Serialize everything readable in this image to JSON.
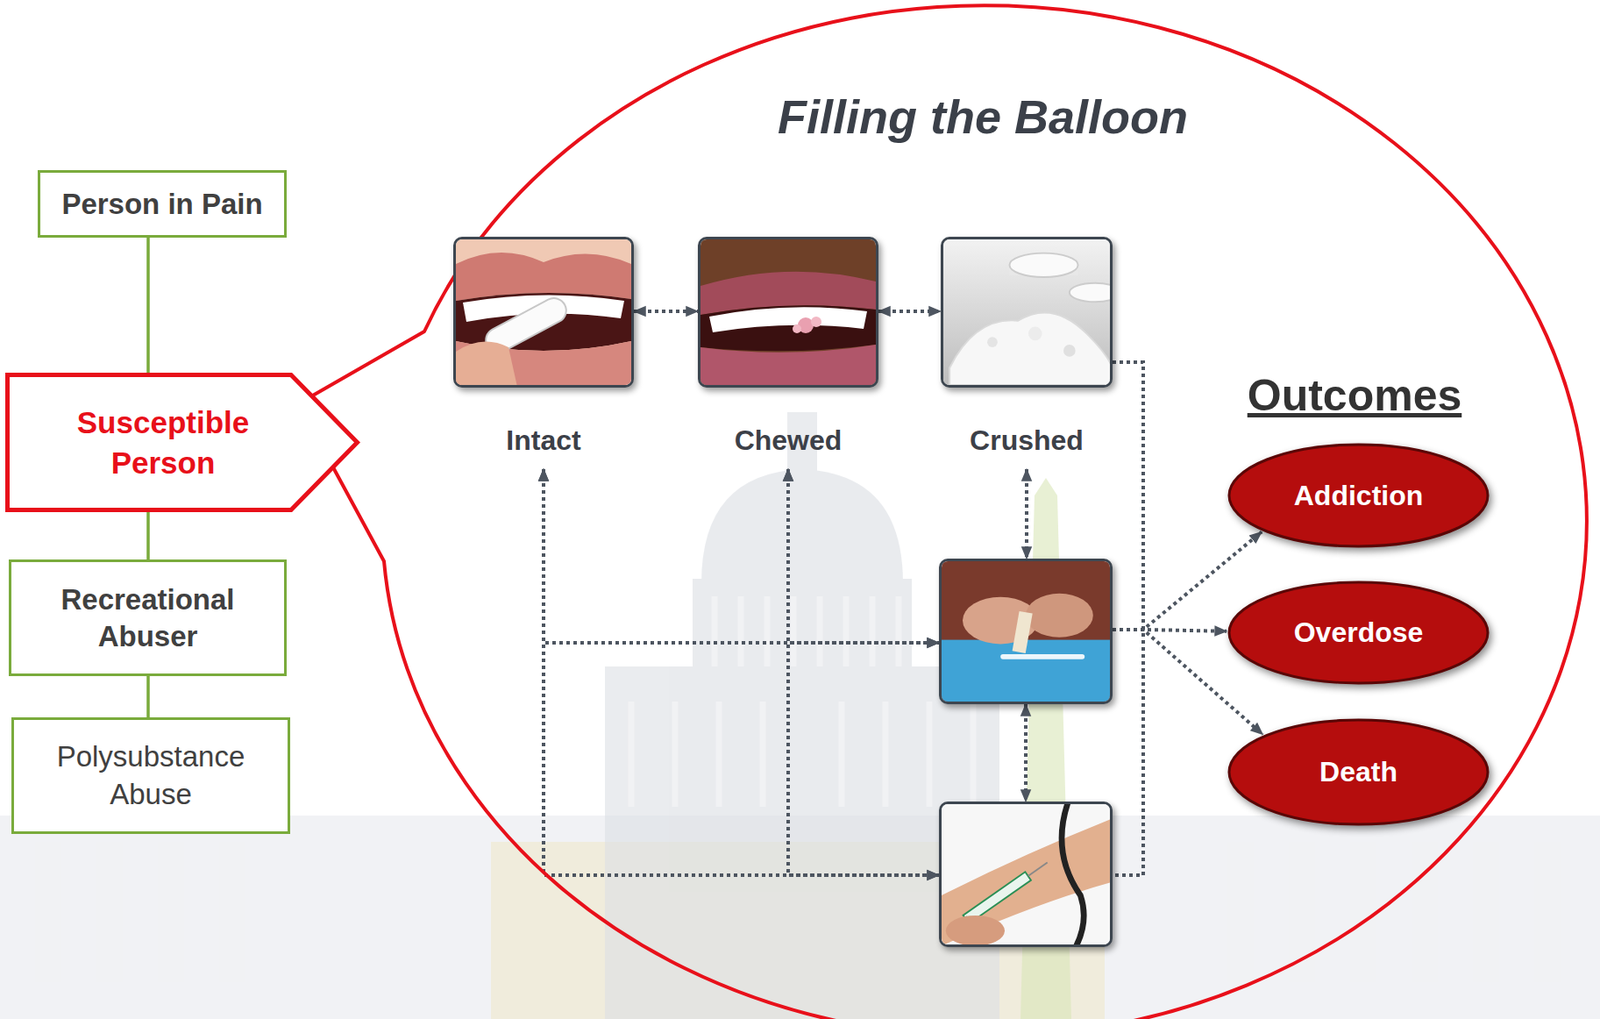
{
  "diagram": {
    "nodes": [
      {
        "text": [
          "Person in Pain"
        ]
      },
      {
        "text": [
          "Susceptible Person"
        ]
      },
      {
        "text": [
          "Recreational Abuser"
        ]
      },
      {
        "text": [
          "Polysubstance Abuse"
        ]
      },
      {
        "text": [
          "Filling the Balloon"
        ]
      },
      {
        "text": [
          "Intact"
        ],
        "in": 4
      },
      {
        "text": [
          "Chewed"
        ],
        "in": 4
      },
      {
        "text": [
          "Crushed"
        ],
        "in": 4
      },
      {
        "text": [],
        "in": 4
      },
      {
        "text": [],
        "in": 4
      },
      {
        "text": [
          "Addiction"
        ],
        "in": 4
      },
      {
        "text": [
          "Overdose"
        ],
        "in": 4
      },
      {
        "text": [
          "Death"
        ],
        "in": 4
      }
    ],
    "edges": [
      {
        "from": 0,
        "to": 1,
        "arrow": "none"
      },
      {
        "from": 1,
        "to": 2,
        "arrow": "none"
      },
      {
        "from": 2,
        "to": 3,
        "arrow": "none"
      },
      {
        "from": 5,
        "to": 6,
        "arrow": "both"
      },
      {
        "from": 6,
        "to": 7,
        "arrow": "both"
      },
      {
        "from": 7,
        "to": 8,
        "arrow": "both"
      },
      {
        "from": 8,
        "to": 9,
        "arrow": "both"
      },
      {
        "from": 5,
        "to": 8,
        "arrow": "both"
      },
      {
        "from": 5,
        "to": 9,
        "arrow": "both"
      },
      {
        "from": 6,
        "to": 8,
        "arrow": "both"
      },
      {
        "from": 6,
        "to": 9,
        "arrow": "both"
      },
      {
        "from": 7,
        "to": 9,
        "arrow": "none"
      },
      {
        "from": 8,
        "to": 10,
        "arrow": "to"
      },
      {
        "from": 8,
        "to": 11,
        "arrow": "to"
      },
      {
        "from": 8,
        "to": 12,
        "arrow": "to"
      }
    ],
    "labels": [
      "Outcomes"
    ]
  }
}
